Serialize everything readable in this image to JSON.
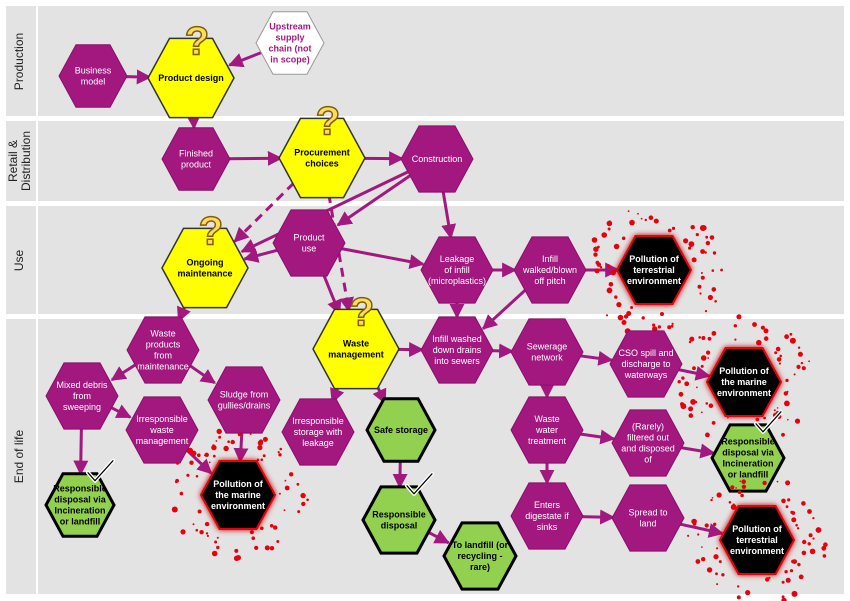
{
  "colors": {
    "magenta": "#a3187f",
    "magenta_stroke": "#8a0e6a",
    "yellow": "#ffff00",
    "green": "#92d050",
    "black": "#000000",
    "splatter": "#e8000d",
    "band": "#e3e3e3",
    "white_node": "#ffffff",
    "white_node_text": "#a3187f"
  },
  "bands": [
    {
      "id": "production",
      "label": "Production"
    },
    {
      "id": "retail",
      "label": "Retail &\nDistribution"
    },
    {
      "id": "use",
      "label": "Use"
    },
    {
      "id": "eol",
      "label": "End of life"
    }
  ],
  "nodes": [
    {
      "id": "business-model",
      "label": "Business\nmodel",
      "style": "magenta"
    },
    {
      "id": "product-design",
      "label": "Product design",
      "style": "yellow",
      "mark": "question"
    },
    {
      "id": "upstream",
      "label": "Upstream\nsupply\nchain (not\nin scope)",
      "style": "white"
    },
    {
      "id": "finished-product",
      "label": "Finished\nproduct",
      "style": "magenta"
    },
    {
      "id": "procurement",
      "label": "Procurement\nchoices",
      "style": "yellow",
      "mark": "question"
    },
    {
      "id": "construction",
      "label": "Construction",
      "style": "magenta"
    },
    {
      "id": "ongoing-maintenance",
      "label": "Ongoing\nmaintenance",
      "style": "yellow",
      "mark": "question"
    },
    {
      "id": "product-use",
      "label": "Product\nuse",
      "style": "magenta"
    },
    {
      "id": "leakage-infill",
      "label": "Leakage\nof infill\n(microplastics)",
      "style": "magenta"
    },
    {
      "id": "infill-walked",
      "label": "Infill\nwalked/blown\noff pitch",
      "style": "magenta"
    },
    {
      "id": "pollution-terrestrial-1",
      "label": "Pollution of\nterrestrial\nenvironment",
      "style": "black"
    },
    {
      "id": "waste-products",
      "label": "Waste\nproducts\nfrom\nmaintenance",
      "style": "magenta"
    },
    {
      "id": "waste-management",
      "label": "Waste\nmanagement",
      "style": "yellow",
      "mark": "question"
    },
    {
      "id": "infill-washed",
      "label": "Infill washed\ndown drains\ninto sewers",
      "style": "magenta"
    },
    {
      "id": "sewerage",
      "label": "Sewerage\nnetwork",
      "style": "magenta"
    },
    {
      "id": "cso-spill",
      "label": "CSO spill and\ndischarge to\nwaterways",
      "style": "magenta"
    },
    {
      "id": "pollution-marine-1",
      "label": "Pollution of\nthe marine\nenvironment",
      "style": "black"
    },
    {
      "id": "mixed-debris",
      "label": "Mixed debris\nfrom\nsweeping",
      "style": "magenta"
    },
    {
      "id": "sludge",
      "label": "Sludge from\ngullies/drains",
      "style": "magenta"
    },
    {
      "id": "irresponsible-waste",
      "label": "Irresponsible\nwaste\nmanagement",
      "style": "magenta"
    },
    {
      "id": "irresponsible-storage",
      "label": "Irresponsible\nstorage with\nleakage",
      "style": "magenta"
    },
    {
      "id": "safe-storage",
      "label": "Safe storage",
      "style": "green"
    },
    {
      "id": "waste-water",
      "label": "Waste\nwater\ntreatment",
      "style": "magenta"
    },
    {
      "id": "rarely-filtered",
      "label": "(Rarely)\nfiltered out\nand disposed\nof",
      "style": "magenta"
    },
    {
      "id": "responsible-disposal-right",
      "label": "Responsible\ndisposal via\nIncineration\nor landfill",
      "style": "green",
      "mark": "check"
    },
    {
      "id": "responsible-disposal-left",
      "label": "Responsible\ndisposal via\nIncineration\nor landfill",
      "style": "green",
      "mark": "check"
    },
    {
      "id": "pollution-marine-2",
      "label": "Pollution of\nthe marine\nenvironment",
      "style": "black"
    },
    {
      "id": "responsible-disposal-mid",
      "label": "Responsible\ndisposal",
      "style": "green",
      "mark": "check"
    },
    {
      "id": "to-landfill",
      "label": "To landfill (or\nrecycling -\nrare)",
      "style": "green"
    },
    {
      "id": "enters-digestate",
      "label": "Enters\ndigestate if\nsinks",
      "style": "magenta"
    },
    {
      "id": "spread-land",
      "label": "Spread to\nland",
      "style": "magenta"
    },
    {
      "id": "pollution-terrestrial-2",
      "label": "Pollution of\nterrestrial\nenvironment",
      "style": "black"
    }
  ],
  "edges": [
    {
      "from": "business-model",
      "to": "product-design",
      "dashed": false
    },
    {
      "from": "upstream",
      "to": "product-design",
      "dashed": false
    },
    {
      "from": "product-design",
      "to": "finished-product",
      "dashed": false
    },
    {
      "from": "finished-product",
      "to": "procurement",
      "dashed": false
    },
    {
      "from": "procurement",
      "to": "construction",
      "dashed": false
    },
    {
      "from": "procurement",
      "to": "ongoing-maintenance",
      "dashed": true
    },
    {
      "from": "procurement",
      "to": "waste-management",
      "dashed": true
    },
    {
      "from": "construction",
      "to": "product-use",
      "dashed": false
    },
    {
      "from": "construction",
      "to": "leakage-infill",
      "dashed": false
    },
    {
      "from": "construction",
      "to": "ongoing-maintenance",
      "dashed": false
    },
    {
      "from": "product-use",
      "to": "ongoing-maintenance",
      "dashed": false
    },
    {
      "from": "product-use",
      "to": "waste-management",
      "dashed": false
    },
    {
      "from": "product-use",
      "to": "leakage-infill",
      "dashed": false
    },
    {
      "from": "leakage-infill",
      "to": "infill-walked",
      "dashed": false
    },
    {
      "from": "leakage-infill",
      "to": "infill-washed",
      "dashed": false
    },
    {
      "from": "infill-walked",
      "to": "pollution-terrestrial-1",
      "dashed": false
    },
    {
      "from": "infill-walked",
      "to": "infill-washed",
      "dashed": false
    },
    {
      "from": "ongoing-maintenance",
      "to": "waste-products",
      "dashed": false
    },
    {
      "from": "waste-products",
      "to": "mixed-debris",
      "dashed": false
    },
    {
      "from": "waste-products",
      "to": "sludge",
      "dashed": false
    },
    {
      "from": "mixed-debris",
      "to": "irresponsible-waste",
      "dashed": false
    },
    {
      "from": "mixed-debris",
      "to": "responsible-disposal-left",
      "dashed": false
    },
    {
      "from": "irresponsible-waste",
      "to": "pollution-marine-2",
      "dashed": false
    },
    {
      "from": "sludge",
      "to": "pollution-marine-2",
      "dashed": false
    },
    {
      "from": "waste-management",
      "to": "irresponsible-storage",
      "dashed": false
    },
    {
      "from": "waste-management",
      "to": "safe-storage",
      "dashed": false
    },
    {
      "from": "waste-management",
      "to": "infill-washed",
      "dashed": false
    },
    {
      "from": "safe-storage",
      "to": "responsible-disposal-mid",
      "dashed": false
    },
    {
      "from": "responsible-disposal-mid",
      "to": "to-landfill",
      "dashed": false
    },
    {
      "from": "infill-washed",
      "to": "sewerage",
      "dashed": false
    },
    {
      "from": "sewerage",
      "to": "cso-spill",
      "dashed": false
    },
    {
      "from": "cso-spill",
      "to": "pollution-marine-1",
      "dashed": false
    },
    {
      "from": "sewerage",
      "to": "waste-water",
      "dashed": false
    },
    {
      "from": "waste-water",
      "to": "rarely-filtered",
      "dashed": false
    },
    {
      "from": "rarely-filtered",
      "to": "responsible-disposal-right",
      "dashed": false
    },
    {
      "from": "waste-water",
      "to": "enters-digestate",
      "dashed": false
    },
    {
      "from": "enters-digestate",
      "to": "spread-land",
      "dashed": false
    },
    {
      "from": "spread-land",
      "to": "pollution-terrestrial-2",
      "dashed": false
    }
  ]
}
